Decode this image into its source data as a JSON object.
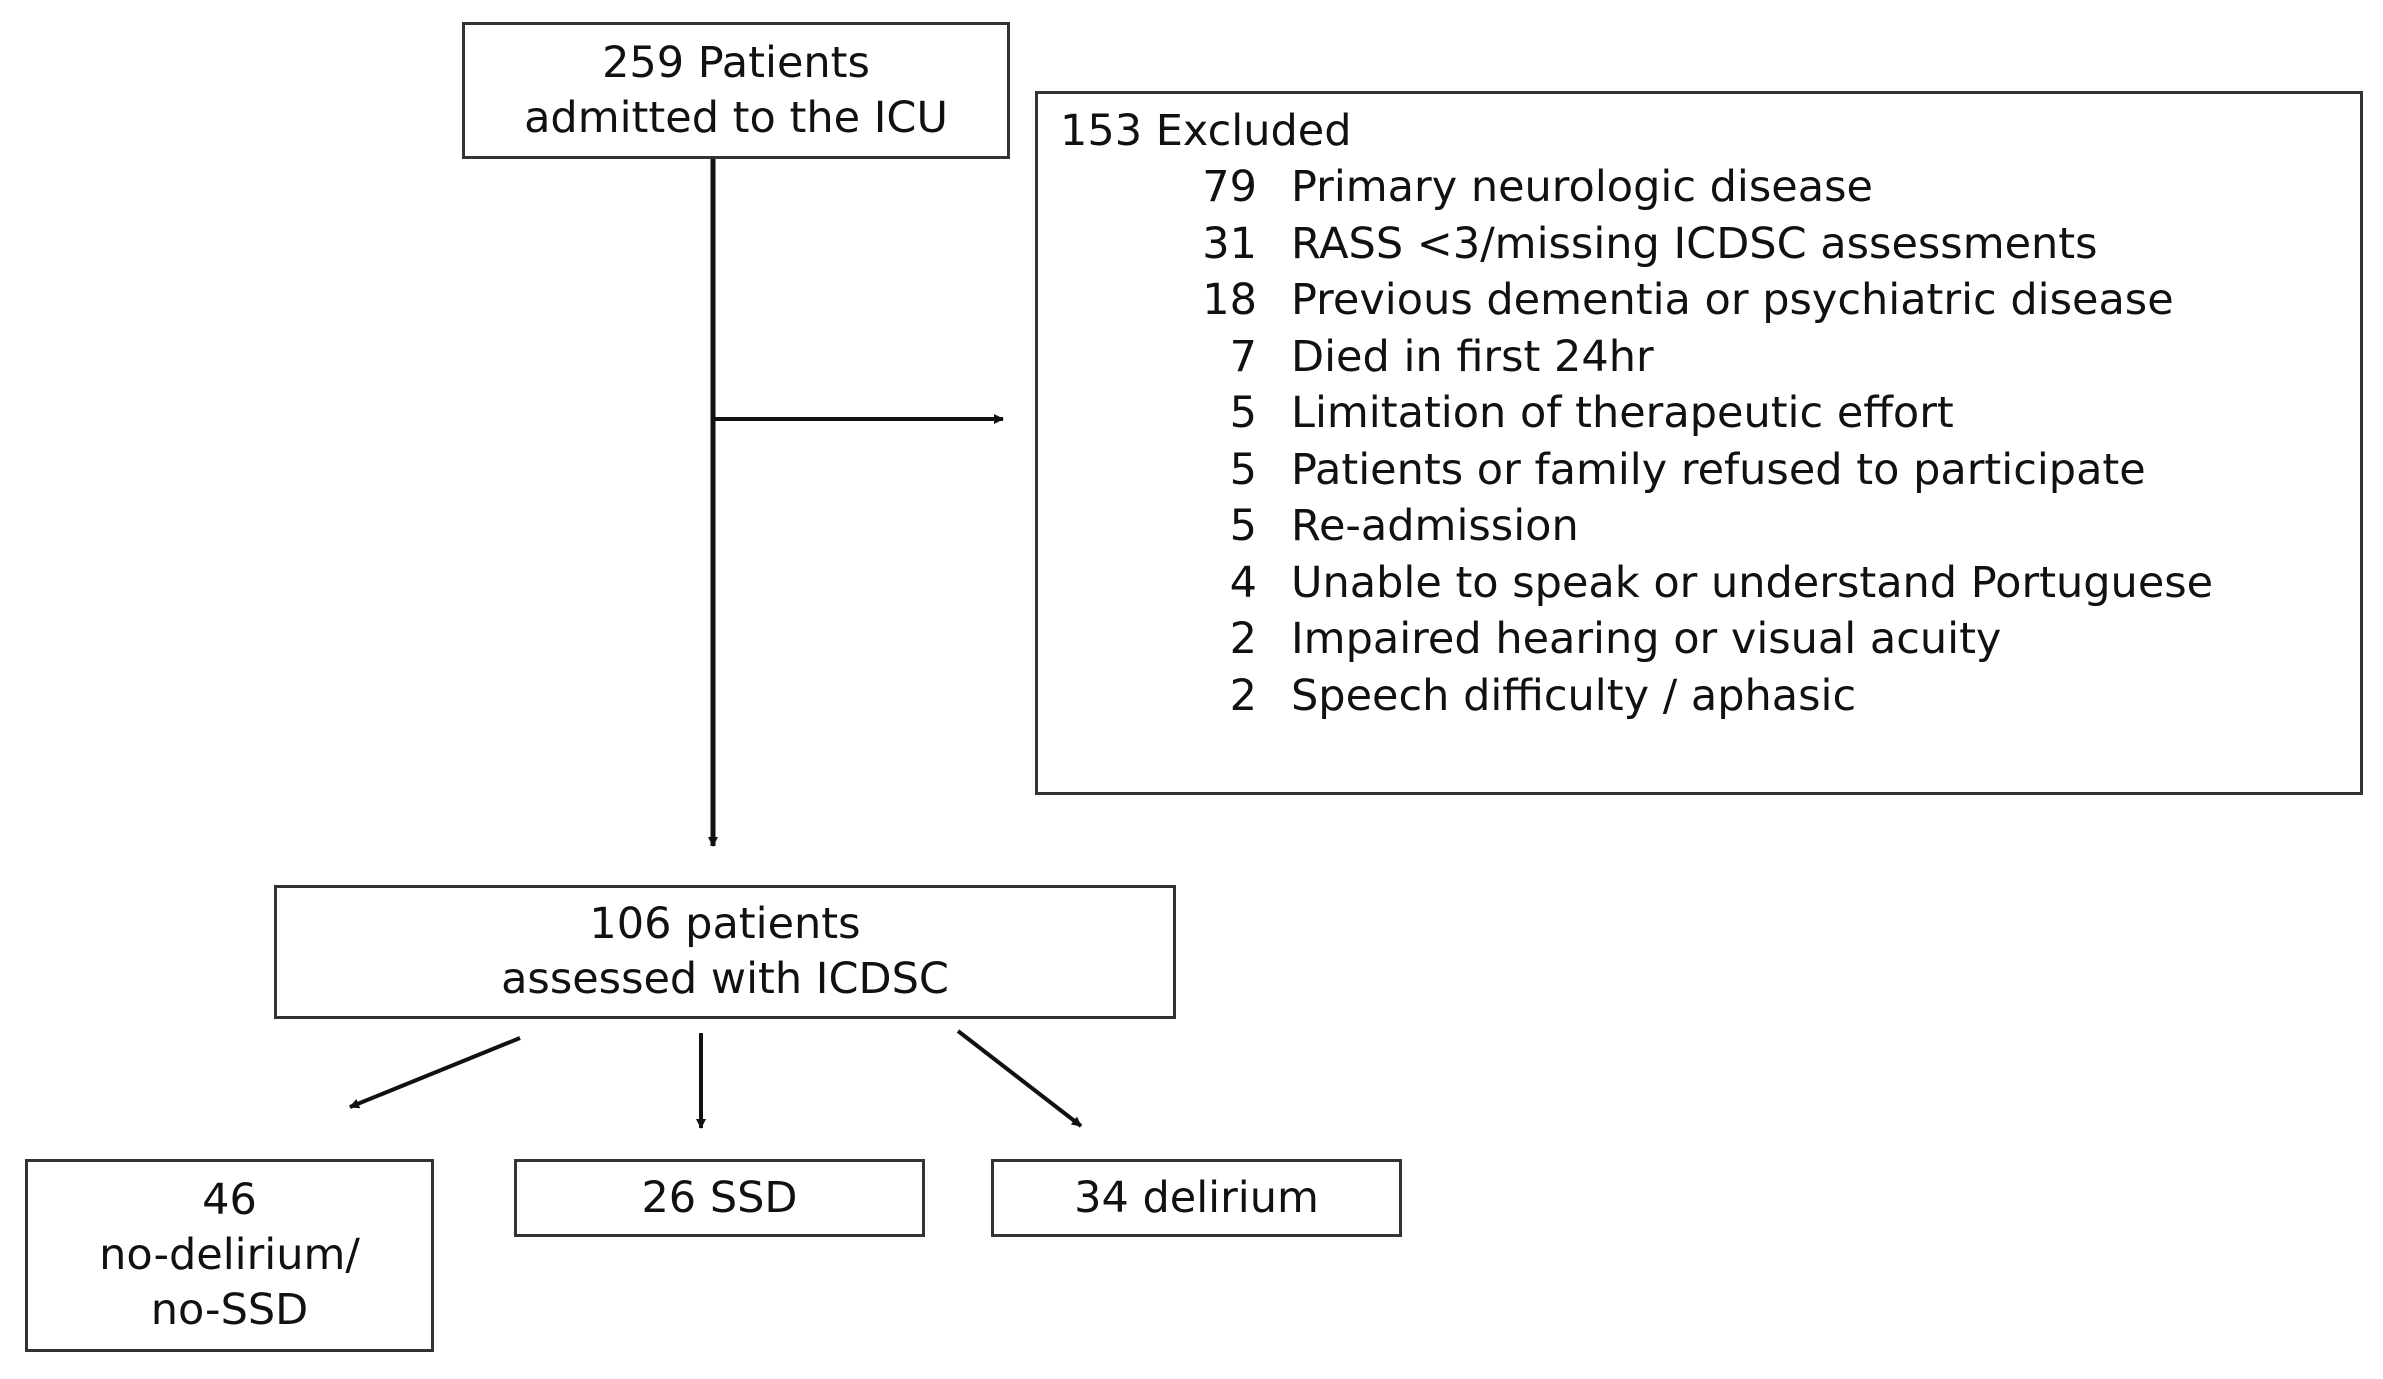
{
  "admitted": {
    "line1": "259 Patients",
    "line2": "admitted to the ICU"
  },
  "excluded": {
    "title": "153 Excluded",
    "reasons": [
      {
        "count": "79",
        "label": "Primary neurologic disease"
      },
      {
        "count": "31",
        "label": "RASS <3/missing ICDSC assessments"
      },
      {
        "count": "18",
        "label": "Previous dementia or psychiatric disease"
      },
      {
        "count": "7",
        "label": "Died in first 24hr"
      },
      {
        "count": "5",
        "label": "Limitation of therapeutic effort"
      },
      {
        "count": "5",
        "label": "Patients or family refused to participate"
      },
      {
        "count": "5",
        "label": "Re-admission"
      },
      {
        "count": "4",
        "label": "Unable to speak or understand Portuguese"
      },
      {
        "count": "2",
        "label": "Impaired hearing or visual acuity"
      },
      {
        "count": "2",
        "label": "Speech difficulty / aphasic"
      }
    ]
  },
  "assessed": {
    "line1": "106 patients",
    "line2": "assessed with ICDSC"
  },
  "outcomes": {
    "no_delirium": {
      "line1": "46",
      "line2": "no-delirium/",
      "line3": "no-SSD"
    },
    "ssd": {
      "label": "26 SSD"
    },
    "delirium": {
      "label": "34 delirium"
    }
  }
}
